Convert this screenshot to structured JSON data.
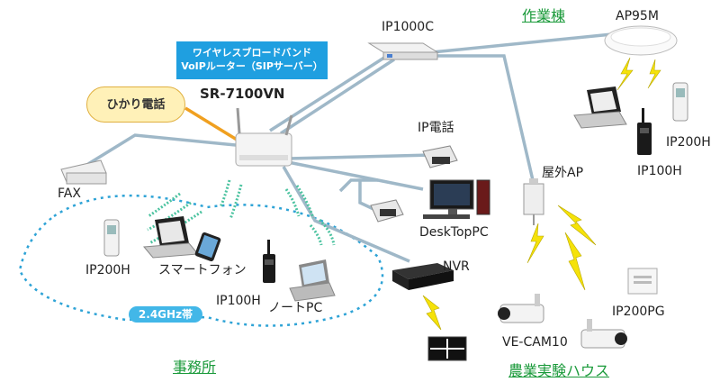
{
  "zones": {
    "office": "事務所",
    "workshop": "作業棟",
    "greenhouse": "農業実験ハウス"
  },
  "router": {
    "badge_line1": "ワイヤレスブロードバンド",
    "badge_line2": "VoIPルーター（SIPサーバー）",
    "model": "SR-7100VN"
  },
  "hikari_label": "ひかり電話",
  "band_label": "2.4GHz帯",
  "devices": {
    "fax": "FAX",
    "ip1000c": "IP1000C",
    "ap95m": "AP95M",
    "ip_phone": "IP電話",
    "desktop": "DeskTopPC",
    "outdoor_ap": "屋外AP",
    "nvr": "NVR",
    "ip200h_office": "IP200H",
    "smartphone": "スマートフォン",
    "ip100h_office": "IP100H",
    "notepc": "ノートPC",
    "ip200h_workshop": "IP200H",
    "ip100h_workshop": "IP100H",
    "ip200pg": "IP200PG",
    "camera": "VE-CAM10"
  },
  "colors": {
    "zone_green": "#1a9a3a",
    "badge_blue": "#1f9fe0",
    "link_gray": "#9fb8c8",
    "fiber_orange": "#f0a020",
    "wifi_yellow": "#f5e20a",
    "dotted_blue": "#2ea3d6"
  }
}
